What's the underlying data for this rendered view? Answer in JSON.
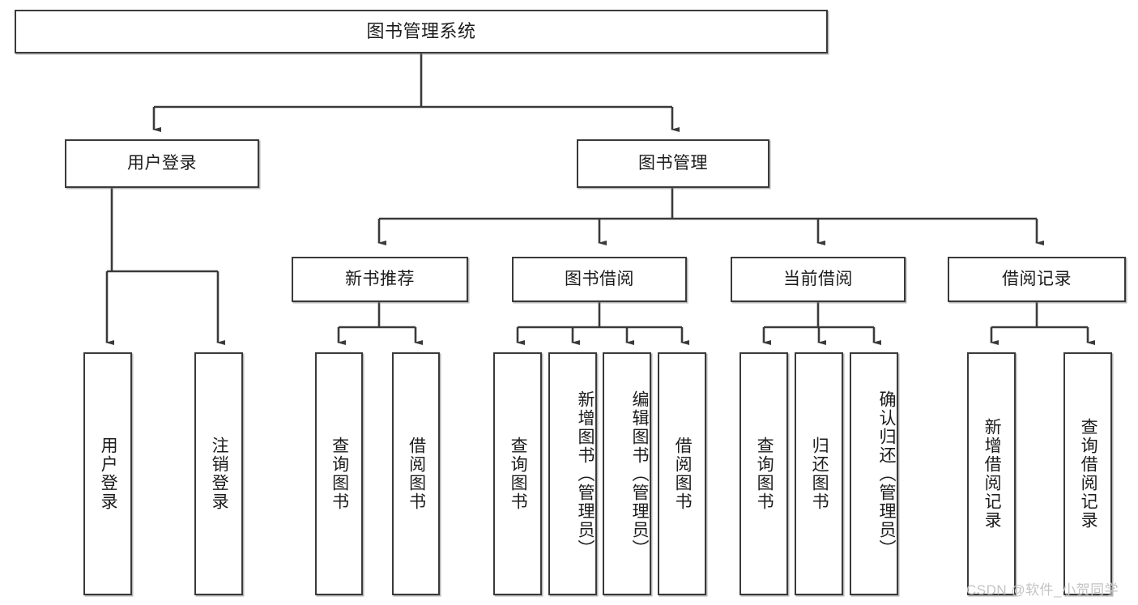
{
  "diagram": {
    "title": "图书管理系统",
    "type": "function-hierarchy-tree",
    "line_color": "#3a3a3a",
    "box_fill": "#ffffff",
    "text_color": "#1c1c1c",
    "root": {
      "label": "图书管理系统"
    },
    "level2": [
      {
        "label": "用户登录"
      },
      {
        "label": "图书管理"
      }
    ],
    "level3": [
      {
        "label": "新书推荐"
      },
      {
        "label": "图书借阅"
      },
      {
        "label": "当前借阅"
      },
      {
        "label": "借阅记录"
      }
    ],
    "leaves": {
      "user_login": [
        {
          "label": "用户登录"
        },
        {
          "label": "注销登录"
        }
      ],
      "new_book_recommend": [
        {
          "label": "查询图书"
        },
        {
          "label": "借阅图书"
        }
      ],
      "book_borrow": [
        {
          "label": "查询图书"
        },
        {
          "label": "新增图书（管理员）"
        },
        {
          "label": "编辑图书（管理员）"
        },
        {
          "label": "借阅图书"
        }
      ],
      "current_borrow": [
        {
          "label": "查询图书"
        },
        {
          "label": "归还图书"
        },
        {
          "label": "确认归还（管理员）"
        }
      ],
      "borrow_record": [
        {
          "label": "新增借阅记录"
        },
        {
          "label": "查询借阅记录"
        }
      ]
    }
  },
  "watermark": {
    "text": "CSDN @软件_小贺同学",
    "color": "#c3c3c3"
  }
}
